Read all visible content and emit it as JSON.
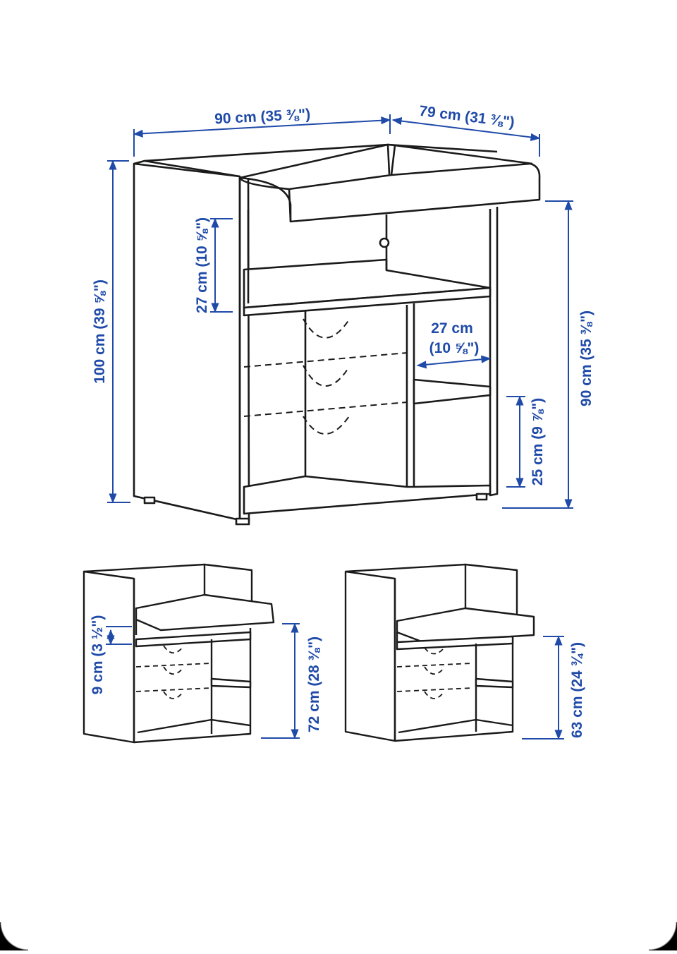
{
  "colors": {
    "dimension": "#1f4aa8",
    "outline": "#1a1a1a",
    "background": "#ffffff"
  },
  "dimensions": {
    "top_width": "90 cm (35 ⅜\")",
    "top_depth": "79 cm (31 ⅜\")",
    "total_height": "100 cm (39 ⅝\")",
    "right_height": "90 cm (35 ⅜\")",
    "shelf_gap": "27 cm (10 ⅝\")",
    "compartment_width_cm": "27 cm",
    "compartment_width_in": "(10 ⅝\")",
    "lower_shelf": "25 cm (9 ⅞\")",
    "edge_height": "9 cm (3 ½\")",
    "mid_height": "72 cm (28 ⅜\")",
    "low_height": "63 cm (24 ¾\")"
  }
}
